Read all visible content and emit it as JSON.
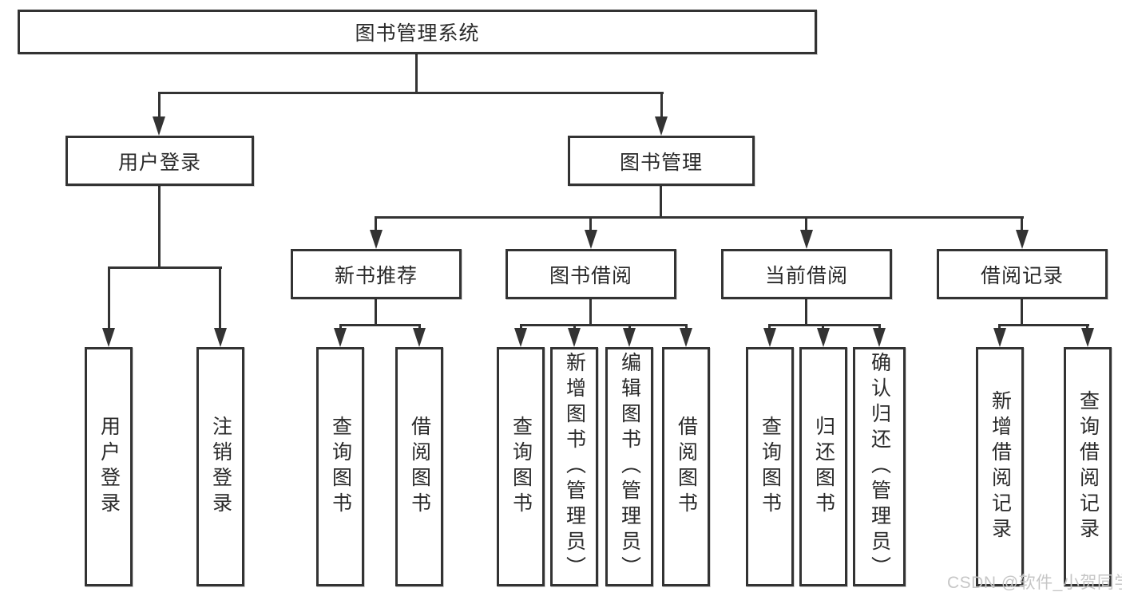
{
  "diagram_type": "hierarchy-tree",
  "tree": {
    "label": "图书管理系统",
    "children": [
      {
        "label": "用户登录",
        "children": [
          {
            "label": "用户登录"
          },
          {
            "label": "注销登录"
          }
        ]
      },
      {
        "label": "图书管理",
        "children": [
          {
            "label": "新书推荐",
            "children": [
              {
                "label": "查询图书"
              },
              {
                "label": "借阅图书"
              }
            ]
          },
          {
            "label": "图书借阅",
            "children": [
              {
                "label": "查询图书"
              },
              {
                "label": "新增图书（管理员）"
              },
              {
                "label": "编辑图书（管理员）"
              },
              {
                "label": "借阅图书"
              }
            ]
          },
          {
            "label": "当前借阅",
            "children": [
              {
                "label": "查询图书"
              },
              {
                "label": "归还图书"
              },
              {
                "label": "确认归还（管理员）"
              }
            ]
          },
          {
            "label": "借阅记录",
            "children": [
              {
                "label": "新增借阅记录"
              },
              {
                "label": "查询借阅记录"
              }
            ]
          }
        ]
      }
    ]
  },
  "watermark": {
    "text": "CSDN @软件_小贺同学"
  },
  "colors": {
    "line": "#333333",
    "background": "#ffffff",
    "text": "#2a2a2a",
    "watermark": "#c6c6c6"
  }
}
